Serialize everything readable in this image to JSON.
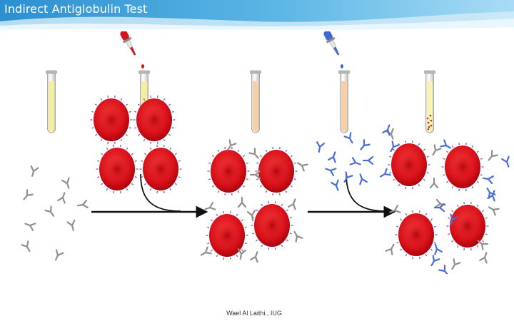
{
  "slide": {
    "title": "Indirect Antiglobulin Test",
    "footer": "Wael Al Laithi., IUG"
  },
  "diagram": {
    "steps": [
      {
        "name": "patient-serum",
        "tube_color": "yellow"
      },
      {
        "name": "add-red-cells",
        "tube_color": "yellow",
        "dropper": "red"
      },
      {
        "name": "sensitized-cells",
        "tube_color": "peach"
      },
      {
        "name": "add-antiglobulin",
        "tube_color": "peach",
        "dropper": "blue"
      },
      {
        "name": "agglutination",
        "tube_color": "pale-yellow"
      }
    ]
  },
  "colors": {
    "header_blue": "#3a9ed8",
    "rbc_red": "#d8111a",
    "rbc_dark": "#a8060c",
    "antibody_grey": "#8f8f8f",
    "antiglobulin_blue": "#4a6fd0",
    "antigen_purple": "#7b5cd6",
    "arrow": "#111111"
  }
}
